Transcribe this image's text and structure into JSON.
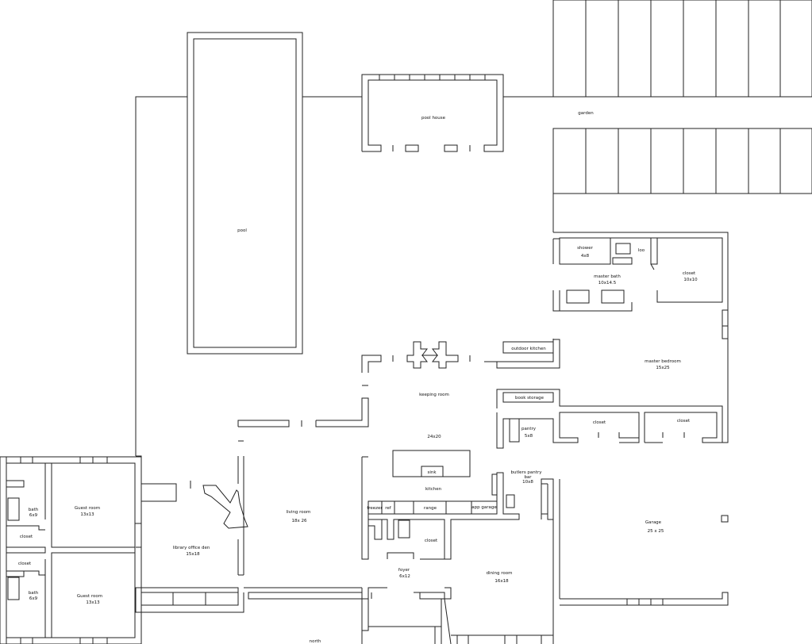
{
  "rooms": {
    "pool": "pool",
    "pool_house": "pool house",
    "garden": "garden",
    "shower": "shower",
    "shower_size": "4x8",
    "loo": "loo",
    "master_bath": "master bath",
    "master_bath_size": "10x14.5",
    "closet_master": "closet",
    "closet_master_size": "10x10",
    "outdoor_kitchen": "outdoor kitchen",
    "master_bedroom": "master bedroom",
    "master_bedroom_size": "15x25",
    "keeping_room": "keeping room",
    "keeping_room_size": "24x20",
    "book_storage": "book storage",
    "closet_a": "closet",
    "closet_b": "closet",
    "pantry": "pantry",
    "pantry_size": "5x8",
    "butlers_pantry": "butlers pantry",
    "bar": "bar",
    "butlers_pantry_size": "10x8",
    "sink": "sink",
    "kitchen": "kitchen",
    "freezer": "freezer",
    "ref": "ref",
    "range": "range",
    "app_garage": "app garage",
    "garage": "Garage",
    "garage_size": "25 x 25",
    "living_room": "living room",
    "living_room_size": "18x 26",
    "library": "library office den",
    "library_size": "15x18",
    "guest_room_1": "Guest room",
    "guest_room_1_size": "13x13",
    "guest_room_2": "Guest room",
    "guest_room_2_size": "13x13",
    "bath_1": "bath",
    "bath_1_size": "6x9",
    "bath_2": "bath",
    "bath_2_size": "6x9",
    "closet_guest_1": "closet",
    "closet_guest_2": "closet",
    "closet_foyer": "closet",
    "foyer": "foyer",
    "foyer_size": "6x12",
    "dining_room": "dining room",
    "dining_room_size": "16x18",
    "north": "north"
  }
}
